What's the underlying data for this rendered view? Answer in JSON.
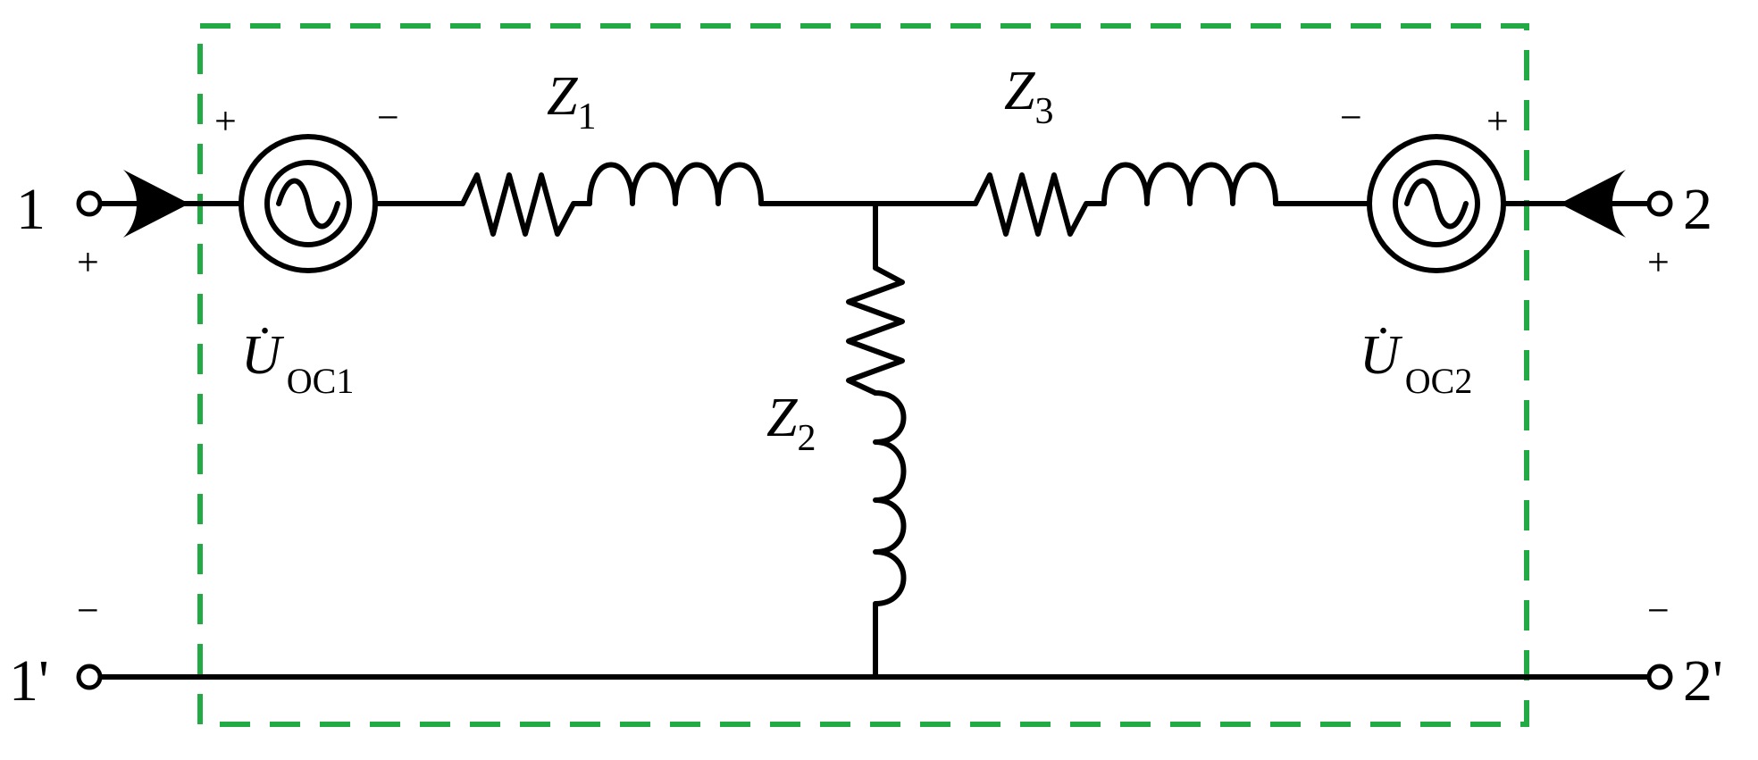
{
  "terminals": {
    "port1_top": "1",
    "port1_bottom": "1'",
    "port2_top": "2",
    "port2_bottom": "2'"
  },
  "signs": {
    "plus": "+",
    "minus": "−"
  },
  "impedances": {
    "z1": {
      "symbol": "Z",
      "sub": "1"
    },
    "z2": {
      "symbol": "Z",
      "sub": "2"
    },
    "z3": {
      "symbol": "Z",
      "sub": "3"
    }
  },
  "sources": {
    "left": {
      "symbol": "U̇",
      "sub": "OC1"
    },
    "right": {
      "symbol": "U̇",
      "sub": "OC2"
    }
  },
  "colors": {
    "wire": "#000000",
    "box": "#22aa44"
  }
}
